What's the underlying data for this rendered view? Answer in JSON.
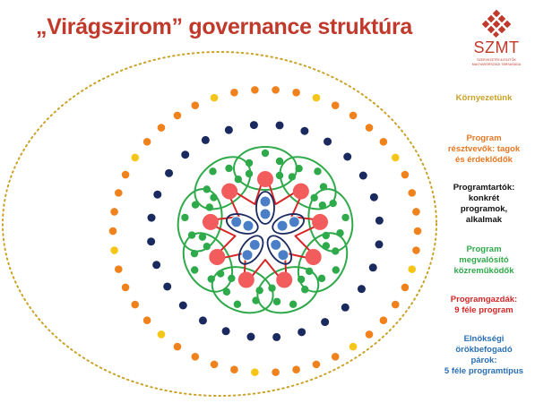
{
  "title": "„Virágszirom” governance struktúra",
  "logo": {
    "name": "SZMT",
    "subtitle_line1": "SZERVEZETFEJLESZTŐK",
    "subtitle_line2": "MAGYARORSZÁGI TÁRSASÁGA"
  },
  "legend": [
    {
      "lines": [
        "Környezetünk"
      ],
      "color": "#c9a227"
    },
    {
      "lines": [
        "Program",
        "résztvevők: tagok",
        "és érdeklődők"
      ],
      "color": "#e87722"
    },
    {
      "lines": [
        "Programtartók:",
        "konkrét",
        "programok,",
        "alkalmak"
      ],
      "color": "#111111"
    },
    {
      "lines": [
        "Program",
        "megvalósító",
        "közreműködők"
      ],
      "color": "#2eaa4a"
    },
    {
      "lines": [
        "Programgazdák:",
        "9 féle program"
      ],
      "color": "#d62728"
    },
    {
      "lines": [
        "Elnökségi",
        "örökbefogadó",
        "párok:",
        "5 féle programtípus"
      ],
      "color": "#2a6fb5"
    }
  ],
  "colors": {
    "environment": "#c9a227",
    "participants_orange": "#f0821e",
    "participants_yellow": "#f5c518",
    "holders": "#1a2a5e",
    "implementers": "#2eaa4a",
    "owners": "#d62728",
    "board": "#2a6fb5"
  }
}
